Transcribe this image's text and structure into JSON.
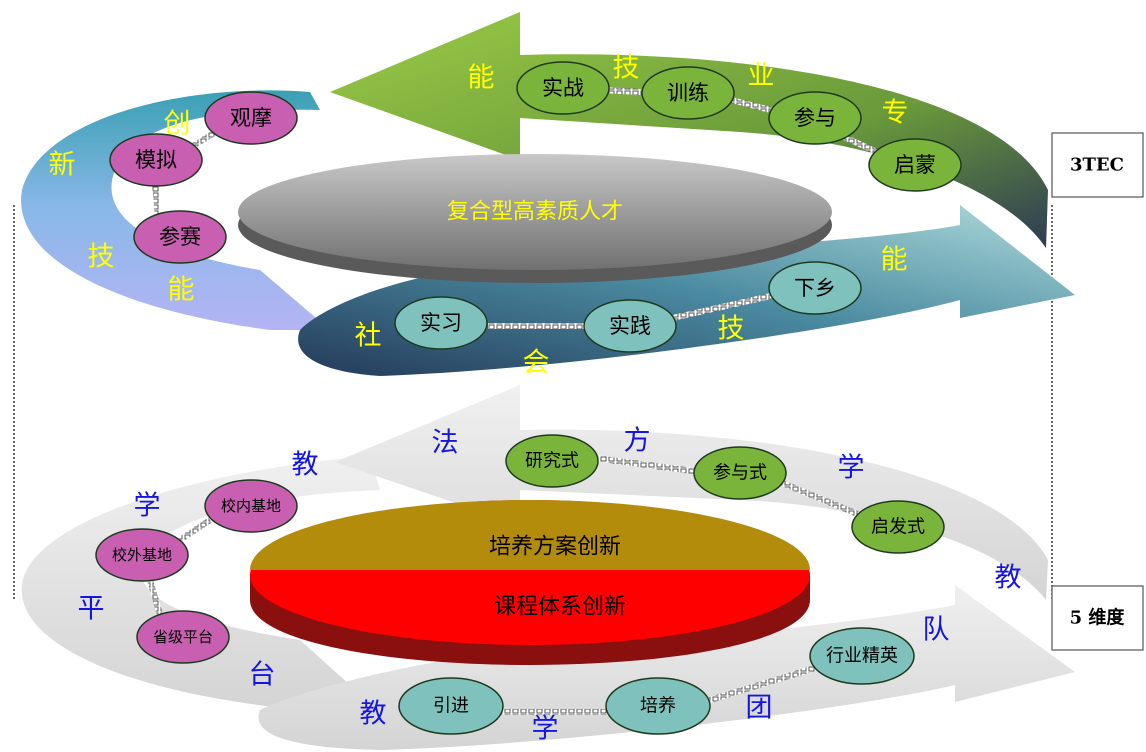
{
  "top_cycle": {
    "center": "复合型高素质人才",
    "box_label": "3TEC",
    "colors": {
      "char": "#ffff00",
      "green_node": "#7ab43a",
      "pink_node": "#c85fb0",
      "teal_node": "#7fc2bd"
    },
    "professional_nodes": [
      "实战",
      "训练",
      "参与",
      "启蒙"
    ],
    "professional_chars": [
      "能",
      "技",
      "业",
      "专"
    ],
    "innovation_nodes": [
      "观摩",
      "模拟",
      "参赛"
    ],
    "innovation_chars": [
      "创",
      "新",
      "技",
      "能"
    ],
    "social_nodes": [
      "实习",
      "实践",
      "下乡"
    ],
    "social_chars": [
      "社",
      "会",
      "技",
      "能"
    ]
  },
  "bottom_cycle": {
    "layer_top": "培养方案创新",
    "layer_bottom": "课程体系创新",
    "box_label": "5 维度",
    "colors": {
      "char": "#1515e0",
      "layer_top": "#b48c0c",
      "layer_bottom": "#ff0000"
    },
    "method_nodes": [
      "研究式",
      "参与式",
      "启发式"
    ],
    "method_chars": [
      "法",
      "方",
      "学",
      "教"
    ],
    "platform_nodes": [
      "校内基地",
      "校外基地",
      "省级平台"
    ],
    "platform_chars": [
      "教",
      "学",
      "平",
      "台"
    ],
    "team_nodes": [
      "行业精英",
      "培养",
      "引进"
    ],
    "team_chars": [
      "队",
      "团",
      "学",
      "教"
    ]
  }
}
